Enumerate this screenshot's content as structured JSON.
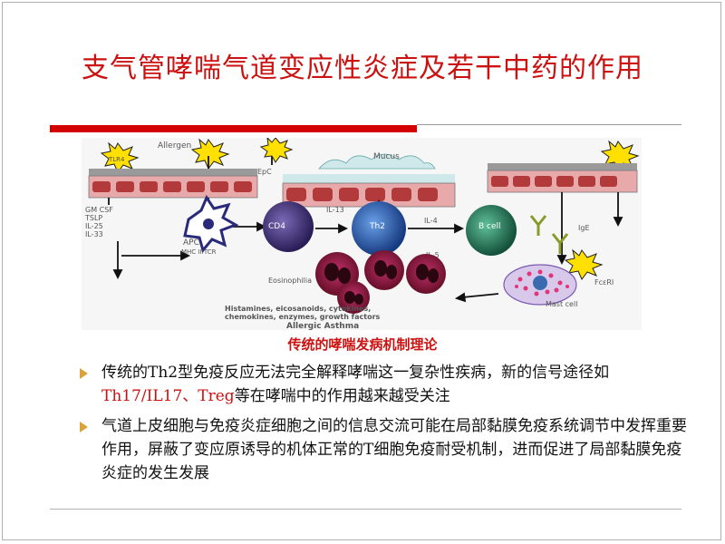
{
  "title": "支气管哮喘气道变应性炎症及若干中药的作用",
  "figure": {
    "allergen": "Allergen",
    "tlr4": "TLR4",
    "epc": "EpC",
    "mucus": "Mucus",
    "gm_csf": "GM CSF",
    "tslp": "TSLP",
    "il25": "IL-25",
    "il33": "IL-33",
    "il13": "IL-13",
    "il4": "IL-4",
    "il5": "IL-5",
    "apc": "APC",
    "mhc": "MHC II:TCR",
    "cd4": "CD4",
    "th2": "Th2",
    "bcell": "B cell",
    "ige": "IgE",
    "fceri": "FcεRI",
    "eosinophilia": "Eosinophilia",
    "mast": "Mast cell",
    "mediators1": "Histamines, eicosanoids, cytokines,",
    "mediators2": "chemokines, enzymes, growth factors",
    "asthma": "Allergic Asthma"
  },
  "caption": "传统的哮喘发病机制理论",
  "bullets": [
    {
      "before": "传统的Th2型免疫反应无法完全解释哮喘这一复杂性疾病，新的信号途径如",
      "highlight": "Th17/IL17、Treg",
      "after": "等在哮喘中的作用越来越受关注"
    },
    {
      "before": "气道上皮细胞与免疫炎症细胞之间的信息交流可能在局部黏膜免疫系统调节中发挥重要作用，屏蔽了变应原诱导的机体正常的T细胞免疫耐受机制，进而促进了局部黏膜免疫炎症的发生发展",
      "highlight": "",
      "after": ""
    }
  ],
  "colors": {
    "accent": "#cc1111",
    "bullet_arrow": "#d9a23a",
    "cd4": "#3b2a6e",
    "th2": "#1f4fa0",
    "bcell": "#1f6b4d",
    "eos": "#8a1433"
  }
}
